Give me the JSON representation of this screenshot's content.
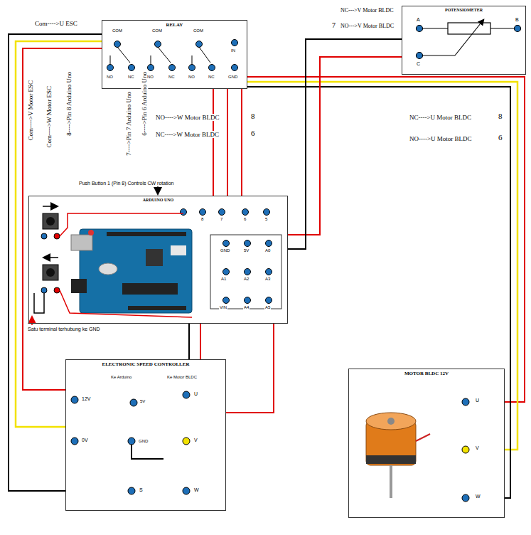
{
  "diagram": {
    "nodes": [
      {
        "text": [
          "RELAY"
        ]
      },
      {
        "text": [
          "POTENSIOMETER"
        ]
      },
      {
        "text": [
          "ARDUINO UNO"
        ]
      },
      {
        "text": [
          "ELECTRONIC SPEED CONTROLLER"
        ]
      },
      {
        "text": [
          "MOTOR BLDC 12V"
        ]
      }
    ],
    "edges": [
      {
        "from": 0,
        "to": 3,
        "arrow": "none"
      },
      {
        "from": 0,
        "to": 3,
        "arrow": "none"
      },
      {
        "from": 0,
        "to": 3,
        "arrow": "none"
      },
      {
        "from": 0,
        "to": 4,
        "arrow": "none"
      },
      {
        "from": 0,
        "to": 4,
        "arrow": "none"
      },
      {
        "from": 0,
        "to": 4,
        "arrow": "none"
      },
      {
        "from": 1,
        "to": 2,
        "arrow": "none"
      },
      {
        "from": 1,
        "to": 2,
        "arrow": "none"
      },
      {
        "from": 0,
        "to": 2,
        "arrow": "none"
      },
      {
        "from": 0,
        "to": 2,
        "arrow": "none"
      },
      {
        "from": 0,
        "to": 2,
        "arrow": "none"
      },
      {
        "from": 2,
        "to": 3,
        "arrow": "none"
      },
      {
        "from": 2,
        "to": 3,
        "arrow": "none"
      },
      {
        "from": 2,
        "to": 3,
        "arrow": "none"
      }
    ],
    "labels": [
      "Com---->U ESC",
      "Com---->V Motor ESC",
      "Com---->W Motor ESC",
      "8---->Pin 8 Arduino Uno",
      "7---->Pin 7 Arduino Uno",
      "6---->Pin 6 Arduino Uno",
      "NC--->V Motor BLDC",
      "NO--->V Motor BLDC",
      "7",
      "NO---->W Motor BLDC",
      "8",
      "NC---->W Motor BLDC",
      "6",
      "NC---->U Motor BLDC",
      "8",
      "NO---->U Motor BLDC",
      "6",
      "Push Button 1 (Pin 8) Controls CW rotation",
      "Satu terminal terhubung ke GND",
      "COM",
      "COM",
      "COM",
      "NO",
      "NC",
      "NO",
      "NC",
      "NO",
      "NC",
      "IN",
      "GND",
      "A",
      "B",
      "C",
      "8",
      "7",
      "6",
      "5",
      "GND",
      "5V",
      "A0",
      "A1",
      "A2",
      "A3",
      "VIN",
      "A4",
      "A5",
      "Ke Arduino",
      "Ke Motor BLDC",
      "12V",
      "5V",
      "U",
      "0V",
      "GND",
      "V",
      "S",
      "W",
      "U",
      "V",
      "W"
    ]
  }
}
